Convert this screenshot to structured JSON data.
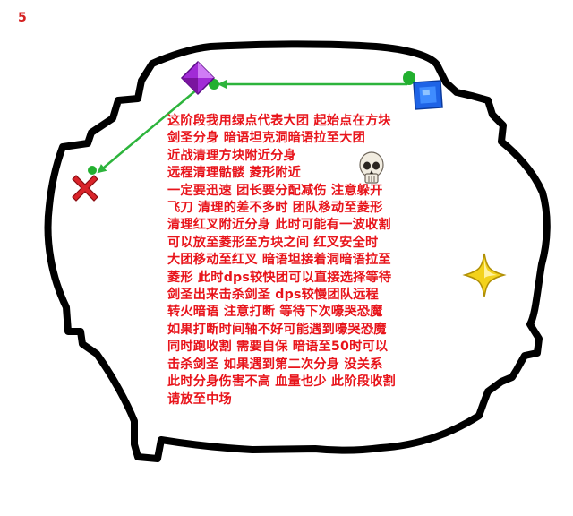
{
  "page_number": "5",
  "notes_lines": [
    "这阶段我用绿点代表大团 起始点在方块",
    "剑圣分身 暗语坦克洞暗语拉至大团",
    "近战清理方块附近分身",
    "远程清理骷髅 菱形附近",
    "一定要迅速 团长要分配减伤 注意躲开",
    "飞刀 清理的差不多时 团队移动至菱形",
    "清理红叉附近分身 此时可能有一波收割",
    "可以放至菱形至方块之间 红叉安全时",
    "大团移动至红叉 暗语坦接着洞暗语拉至",
    "菱形 此时dps较快团可以直接选择等待",
    "剑圣出来击杀剑圣 dps较慢团队远程",
    "转火暗语 注意打断 等待下次嚎哭恐魔",
    "如果打断时间轴不好可能遇到嚎哭恐魔",
    "同时跑收割 需要自保 暗语至50时可以",
    "击杀剑圣 如果遇到第二次分身 没关系",
    "此时分身伤害不高 血量也少 此阶段收割",
    "请放至中场"
  ],
  "markers": {
    "square": "blue-square-marker",
    "diamond": "purple-diamond-marker",
    "cross": "red-cross-marker",
    "skull": "skull-marker",
    "star": "yellow-star-marker",
    "group_dot": "green-dot"
  },
  "colors": {
    "arrow": "#2db43c",
    "text": "#e8141b",
    "outline": "#000000"
  }
}
